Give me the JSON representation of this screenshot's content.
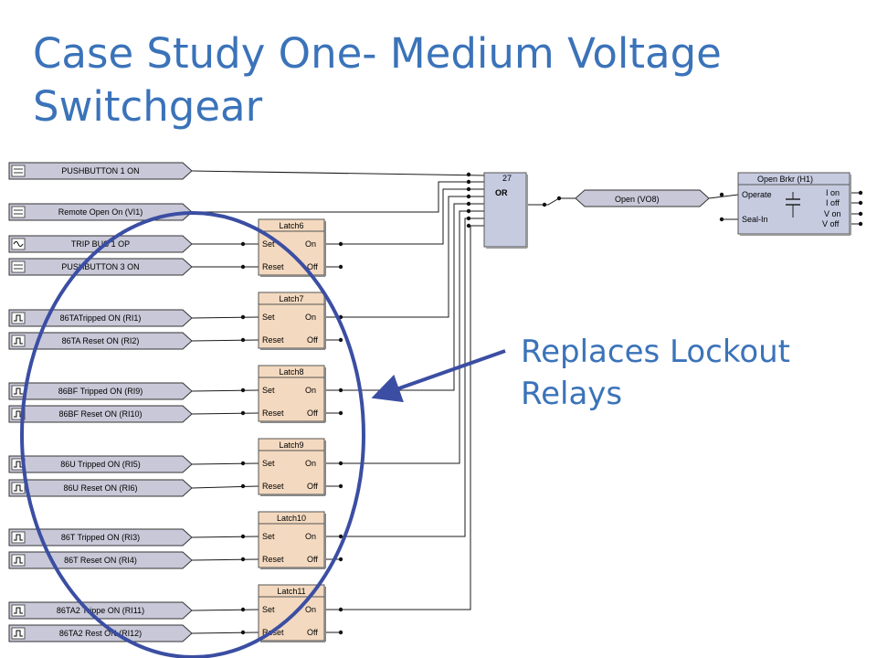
{
  "title": {
    "line1": "Case Study One- Medium Voltage",
    "line2": "Switchgear"
  },
  "callout": {
    "line1": "Replaces Lockout",
    "line2": "Relays"
  },
  "colors": {
    "title": "#3b73b9",
    "annotation": "#3b4ea3",
    "input_fill": "#c8c8d8",
    "latch_fill": "#f3d9bf",
    "or_fill": "#c6cbe0"
  },
  "inputs": [
    {
      "label": "PUSHBUTTON 1 ON",
      "icon": "binary-icon"
    },
    {
      "label": "Remote Open On (VI1)",
      "icon": "binary-icon"
    },
    {
      "label": "TRIP BUS 1 OP",
      "icon": "wave-icon"
    },
    {
      "label": "PUSHBUTTON 3 ON",
      "icon": "binary-icon"
    },
    {
      "label": "86TATripped ON (RI1)",
      "icon": "pulse-icon"
    },
    {
      "label": "86TA Reset ON (RI2)",
      "icon": "pulse-icon"
    },
    {
      "label": "86BF Tripped ON (RI9)",
      "icon": "pulse-icon"
    },
    {
      "label": "86BF Reset ON (RI10)",
      "icon": "pulse-icon"
    },
    {
      "label": "86U Tripped ON (RI5)",
      "icon": "pulse-icon"
    },
    {
      "label": "86U Reset ON (RI6)",
      "icon": "pulse-icon"
    },
    {
      "label": "86T Tripped ON (RI3)",
      "icon": "pulse-icon"
    },
    {
      "label": "86T Reset ON (RI4)",
      "icon": "pulse-icon"
    },
    {
      "label": "86TA2 Trippe ON (RI11)",
      "icon": "pulse-icon"
    },
    {
      "label": "86TA2 Rest ON (RI12)",
      "icon": "pulse-icon"
    }
  ],
  "latches": [
    {
      "title": "Latch6",
      "set": "Set",
      "reset": "Reset",
      "on": "On",
      "off": "Off"
    },
    {
      "title": "Latch7",
      "set": "Set",
      "reset": "Reset",
      "on": "On",
      "off": "Off"
    },
    {
      "title": "Latch8",
      "set": "Set",
      "reset": "Reset",
      "on": "On",
      "off": "Off"
    },
    {
      "title": "Latch9",
      "set": "Set",
      "reset": "Reset",
      "on": "On",
      "off": "Off"
    },
    {
      "title": "Latch10",
      "set": "Set",
      "reset": "Reset",
      "on": "On",
      "off": "Off"
    },
    {
      "title": "Latch11",
      "set": "Set",
      "reset": "Reset",
      "on": "On",
      "off": "Off"
    }
  ],
  "or_gate": {
    "number": "27",
    "label": "OR"
  },
  "output_tag": {
    "label": "Open (VO8)"
  },
  "breaker": {
    "title": "Open Brkr (H1)",
    "operate": "Operate",
    "seal_in": "Seal-In",
    "outputs": [
      "I on",
      "I off",
      "V on",
      "V off"
    ]
  }
}
